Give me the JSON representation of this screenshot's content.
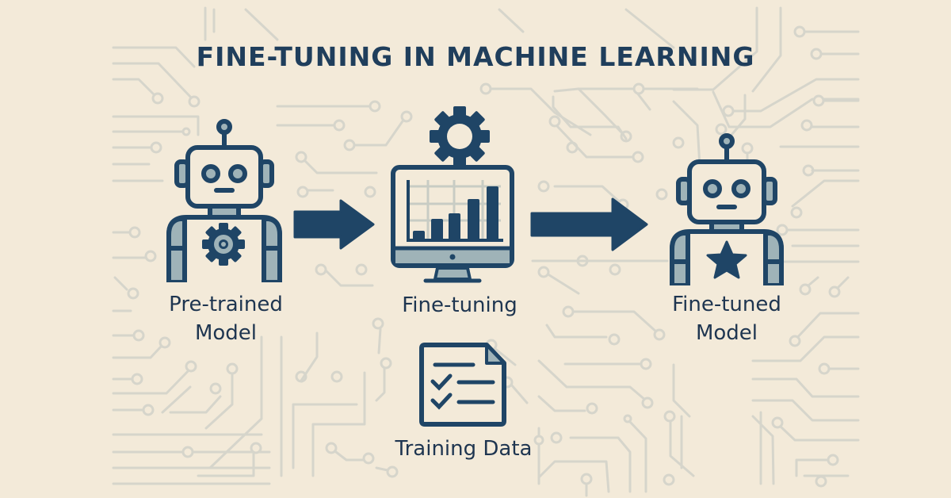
{
  "title": "FINE-TUNING IN MACHINE LEARNING",
  "colors": {
    "background": "#F3EAD9",
    "primary": "#1F4566",
    "accent_light": "#9FB3B8",
    "circuit": "#D6D5CB",
    "text": "#1E3550"
  },
  "nodes": [
    {
      "id": "pretrained",
      "label_line1": "Pre-trained",
      "label_line2": "Model",
      "icon": "robot-with-gear-icon"
    },
    {
      "id": "finetuning",
      "label": "Fine-tuning",
      "icon": "monitor-bar-chart-icon",
      "top_icon": "gear-icon"
    },
    {
      "id": "finetuned",
      "label_line1": "Fine-tuned",
      "label_line2": "Model",
      "icon": "robot-with-star-icon"
    },
    {
      "id": "training_data",
      "label": "Training Data",
      "icon": "checklist-document-icon"
    }
  ],
  "edges": [
    {
      "from": "pretrained",
      "to": "finetuning",
      "icon": "arrow-right-icon"
    },
    {
      "from": "finetuning",
      "to": "finetuned",
      "icon": "arrow-right-icon"
    }
  ]
}
